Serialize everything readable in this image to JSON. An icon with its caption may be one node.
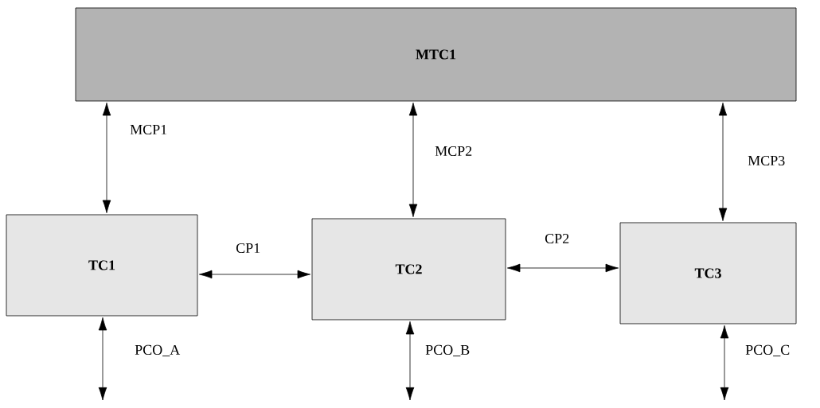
{
  "diagram": {
    "nodes": [
      {
        "text": [
          "MTC1"
        ]
      },
      {
        "text": [
          "TC1"
        ]
      },
      {
        "text": [
          "TC2"
        ]
      },
      {
        "text": [
          "TC3"
        ]
      }
    ],
    "edges": [
      {
        "from": 0,
        "to": 1,
        "arrow": "both",
        "label": "MCP1"
      },
      {
        "from": 0,
        "to": 2,
        "arrow": "both",
        "label": "MCP2"
      },
      {
        "from": 0,
        "to": 3,
        "arrow": "both",
        "label": "MCP3"
      },
      {
        "from": 1,
        "to": 2,
        "arrow": "both",
        "label": "CP1"
      },
      {
        "from": 2,
        "to": 3,
        "arrow": "both",
        "label": "CP2"
      },
      {
        "from": 1,
        "to": null,
        "arrow": "both",
        "label": "PCO_A"
      },
      {
        "from": 2,
        "to": null,
        "arrow": "both",
        "label": "PCO_B"
      },
      {
        "from": 3,
        "to": null,
        "arrow": "both",
        "label": "PCO_C"
      }
    ]
  }
}
